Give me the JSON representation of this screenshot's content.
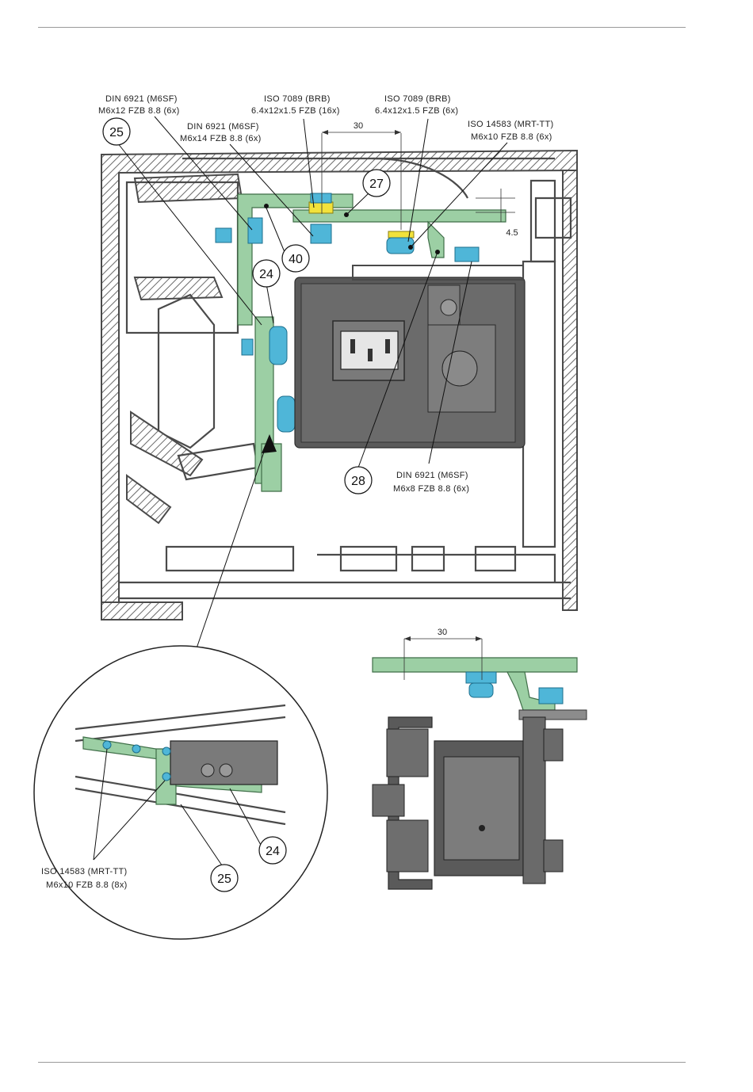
{
  "labels": {
    "din6921_m6sf_top": "DIN 6921 (M6SF)",
    "din6921_m6x12": "M6x12 FZB 8.8 (6x)",
    "din6921_m6sf_mid": "DIN 6921 (M6SF)",
    "din6921_m6x14": "M6x14 FZB 8.8 (6x)",
    "iso7089_a": "ISO 7089 (BRB)",
    "iso7089_a_spec": "6.4x12x1.5 FZB (16x)",
    "iso7089_b": "ISO 7089 (BRB)",
    "iso7089_b_spec": "6.4x12x1.5 FZB (6x)",
    "iso14583_top": "ISO 14583 (MRT-TT)",
    "iso14583_top_spec": "M6x10 FZB 8.8 (6x)",
    "din6921_m6sf_low": "DIN 6921 (M6SF)",
    "din6921_m6x8": "M6x8 FZB 8.8 (6x)",
    "iso14583_bottom": "ISO 14583 (MRT-TT)",
    "iso14583_bottom_spec": "M6x10 FZB 8.8 (8x)"
  },
  "dimensions": {
    "top_width": "30",
    "top_offset": "4.5",
    "side_width": "30"
  },
  "callouts": {
    "c25_top": "25",
    "c27": "27",
    "c40": "40",
    "c24_top": "24",
    "c28": "28",
    "c24_detail": "24",
    "c25_detail": "25"
  },
  "colors": {
    "bracket_green": "#9ccfa4",
    "fastener_blue": "#4fb6d8",
    "washer_yellow": "#f2e23b",
    "unit_dark": "#5a5a5a"
  }
}
